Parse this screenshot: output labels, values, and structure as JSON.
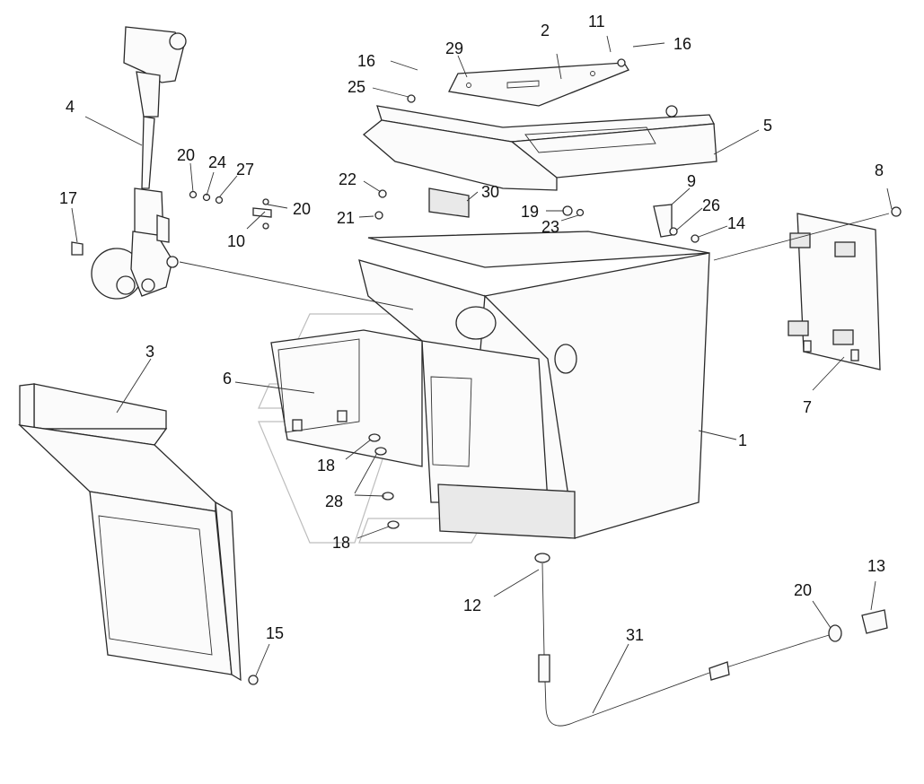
{
  "callouts": [
    "1",
    "2",
    "3",
    "4",
    "5",
    "6",
    "7",
    "8",
    "9",
    "10",
    "11",
    "12",
    "13",
    "14",
    "15",
    "16",
    "16",
    "17",
    "18",
    "18",
    "19",
    "20",
    "20",
    "20",
    "21",
    "22",
    "23",
    "24",
    "25",
    "26",
    "27",
    "28",
    "29",
    "30",
    "31"
  ]
}
